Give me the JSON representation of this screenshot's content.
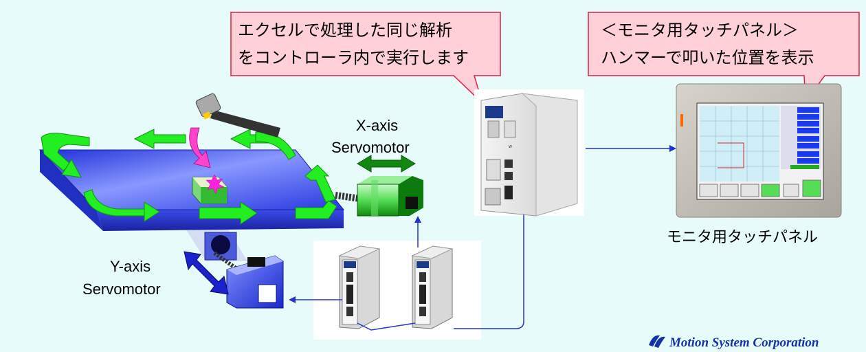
{
  "callouts": {
    "left": {
      "line1": "エクセルで処理した同じ解析",
      "line2": "をコントローラ内で実行します"
    },
    "right": {
      "line1": "＜モニタ用タッチパネル＞",
      "line2": "ハンマーで叩いた位置を表示"
    }
  },
  "labels": {
    "x_axis_line1": "X-axis",
    "x_axis_line2": "Servomotor",
    "y_axis_line1": "Y-axis",
    "y_axis_line2": "Servomotor",
    "touch_panel": "モニタ用タッチパネル"
  },
  "brand": "Motion System Corporation",
  "colors": {
    "background": "#e8fbfb",
    "callout_fill": "#ffd0d8",
    "callout_stroke": "#e02040",
    "table_blue": "#3344ee",
    "arrow_green": "#22ee22",
    "wire_blue": "#2233cc",
    "hammer_arrow": "#ff33cc"
  }
}
